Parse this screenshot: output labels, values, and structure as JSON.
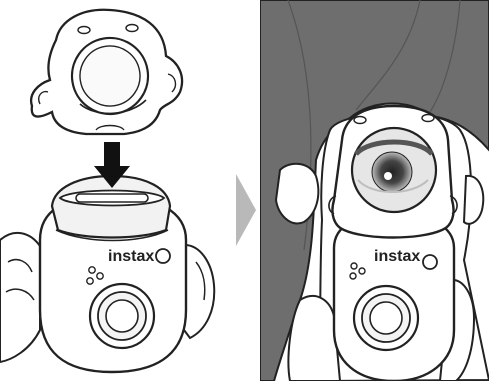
{
  "figure": {
    "steps": [
      {
        "id": "attach-accessory",
        "camera_brand_label": "instax"
      },
      {
        "id": "selfie-view",
        "camera_brand_label": "instax"
      }
    ],
    "arrow_icon": "down-arrow-icon",
    "step_separator_icon": "right-chevron-icon",
    "colors": {
      "stroke": "#222222",
      "fill": "#ffffff",
      "light_gray": "#e6e6e6",
      "mid_gray": "#bdbdbd",
      "hair_gray": "#6e6e6e",
      "separator_gray": "#b9b9b9"
    }
  }
}
